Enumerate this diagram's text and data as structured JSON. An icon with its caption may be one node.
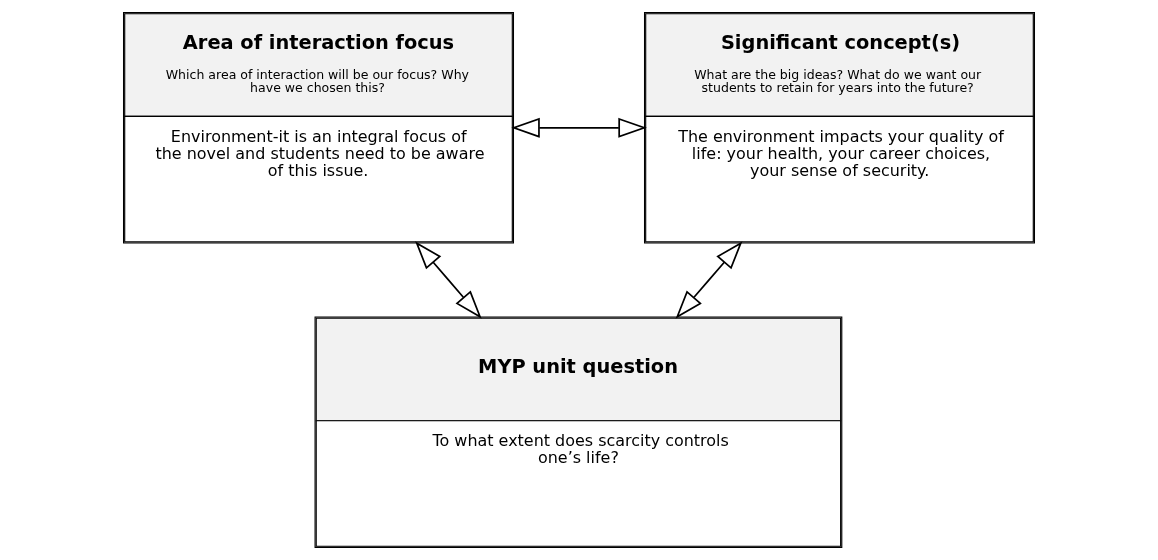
{
  "diagram": {
    "nodes": [
      {
        "text": [
          "Area of interaction focus",
          "Which area of interaction will be our focus? Why have we chosen this?",
          "Environment-it is an integral focus of the novel and students need to be aware of this issue."
        ]
      },
      {
        "text": [
          "Significant concept(s)",
          "What are the big ideas? What do we want our students to retain for years into the future?",
          "The environment impacts your quality of life: your health, your career choices, your sense of security."
        ]
      },
      {
        "text": [
          "MYP unit question",
          "To what extent does scarcity controls one’s life?"
        ]
      }
    ],
    "edges": [
      {
        "from": 0,
        "to": 1,
        "arrow": "both"
      },
      {
        "from": 0,
        "to": 2,
        "arrow": "both"
      },
      {
        "from": 1,
        "to": 2,
        "arrow": "both"
      }
    ]
  }
}
